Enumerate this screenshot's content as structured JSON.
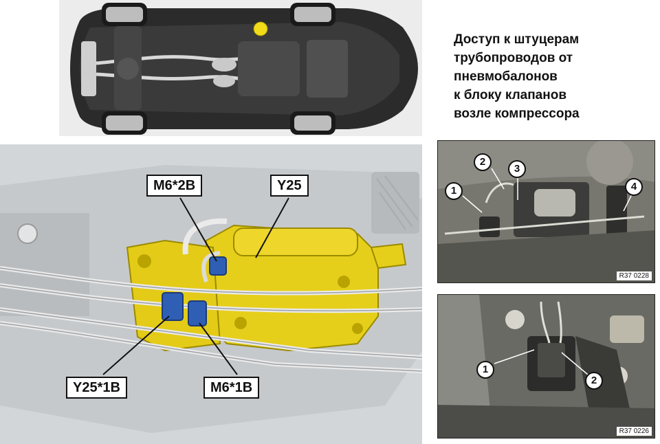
{
  "caption": {
    "lines": [
      "Доступ к штуцерам",
      "трубопроводов от",
      "пневмобалонов",
      "к блоку клапанов",
      "возле компрессора"
    ]
  },
  "diagram": {
    "labels": {
      "m6_2b": "M6*2B",
      "y25": "Y25",
      "y25_1b": "Y25*1B",
      "m6_1b": "M6*1B"
    },
    "colors": {
      "compressor": "#e6cf1a",
      "valve_block": "#2f5fb5",
      "location_marker": "#f2dc1a"
    }
  },
  "photos": [
    {
      "code": "R37 0228",
      "callouts": [
        "1",
        "2",
        "3",
        "4"
      ]
    },
    {
      "code": "R37 0226",
      "callouts": [
        "1",
        "2"
      ]
    }
  ]
}
